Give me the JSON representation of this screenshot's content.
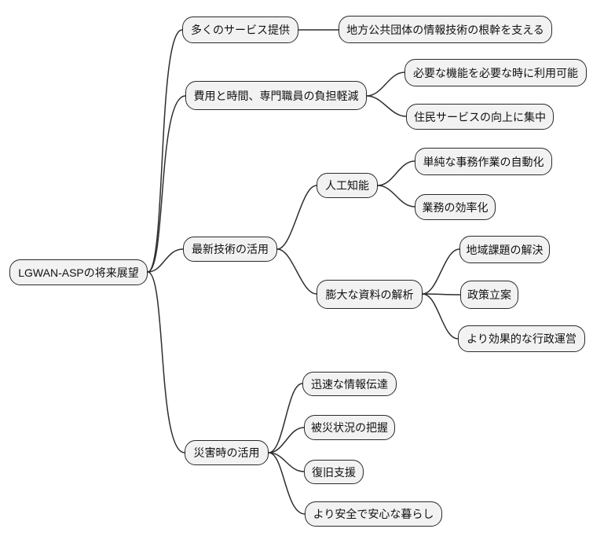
{
  "diagram": {
    "type": "mindmap",
    "title": "LGWAN-ASPの将来展望",
    "colors": {
      "background": "#ffffff",
      "node_fill": "#f2f2f2",
      "node_border": "#2a2a2a",
      "connector": "#2e2e2e",
      "text": "#111111"
    },
    "root": {
      "label": "LGWAN-ASPの将来展望"
    },
    "branches": [
      {
        "label": "多くのサービス提供",
        "children": [
          {
            "label": "地方公共団体の情報技術の根幹を支える"
          }
        ]
      },
      {
        "label": "費用と時間、専門職員の負担軽減",
        "children": [
          {
            "label": "必要な機能を必要な時に利用可能"
          },
          {
            "label": "住民サービスの向上に集中"
          }
        ]
      },
      {
        "label": "最新技術の活用",
        "children": [
          {
            "label": "人工知能",
            "children": [
              {
                "label": "単純な事務作業の自動化"
              },
              {
                "label": "業務の効率化"
              }
            ]
          },
          {
            "label": "膨大な資料の解析",
            "children": [
              {
                "label": "地域課題の解決"
              },
              {
                "label": "政策立案"
              },
              {
                "label": "より効果的な行政運営"
              }
            ]
          }
        ]
      },
      {
        "label": "災害時の活用",
        "children": [
          {
            "label": "迅速な情報伝達"
          },
          {
            "label": "被災状況の把握"
          },
          {
            "label": "復旧支援"
          },
          {
            "label": "より安全で安心な暮らし"
          }
        ]
      }
    ]
  }
}
